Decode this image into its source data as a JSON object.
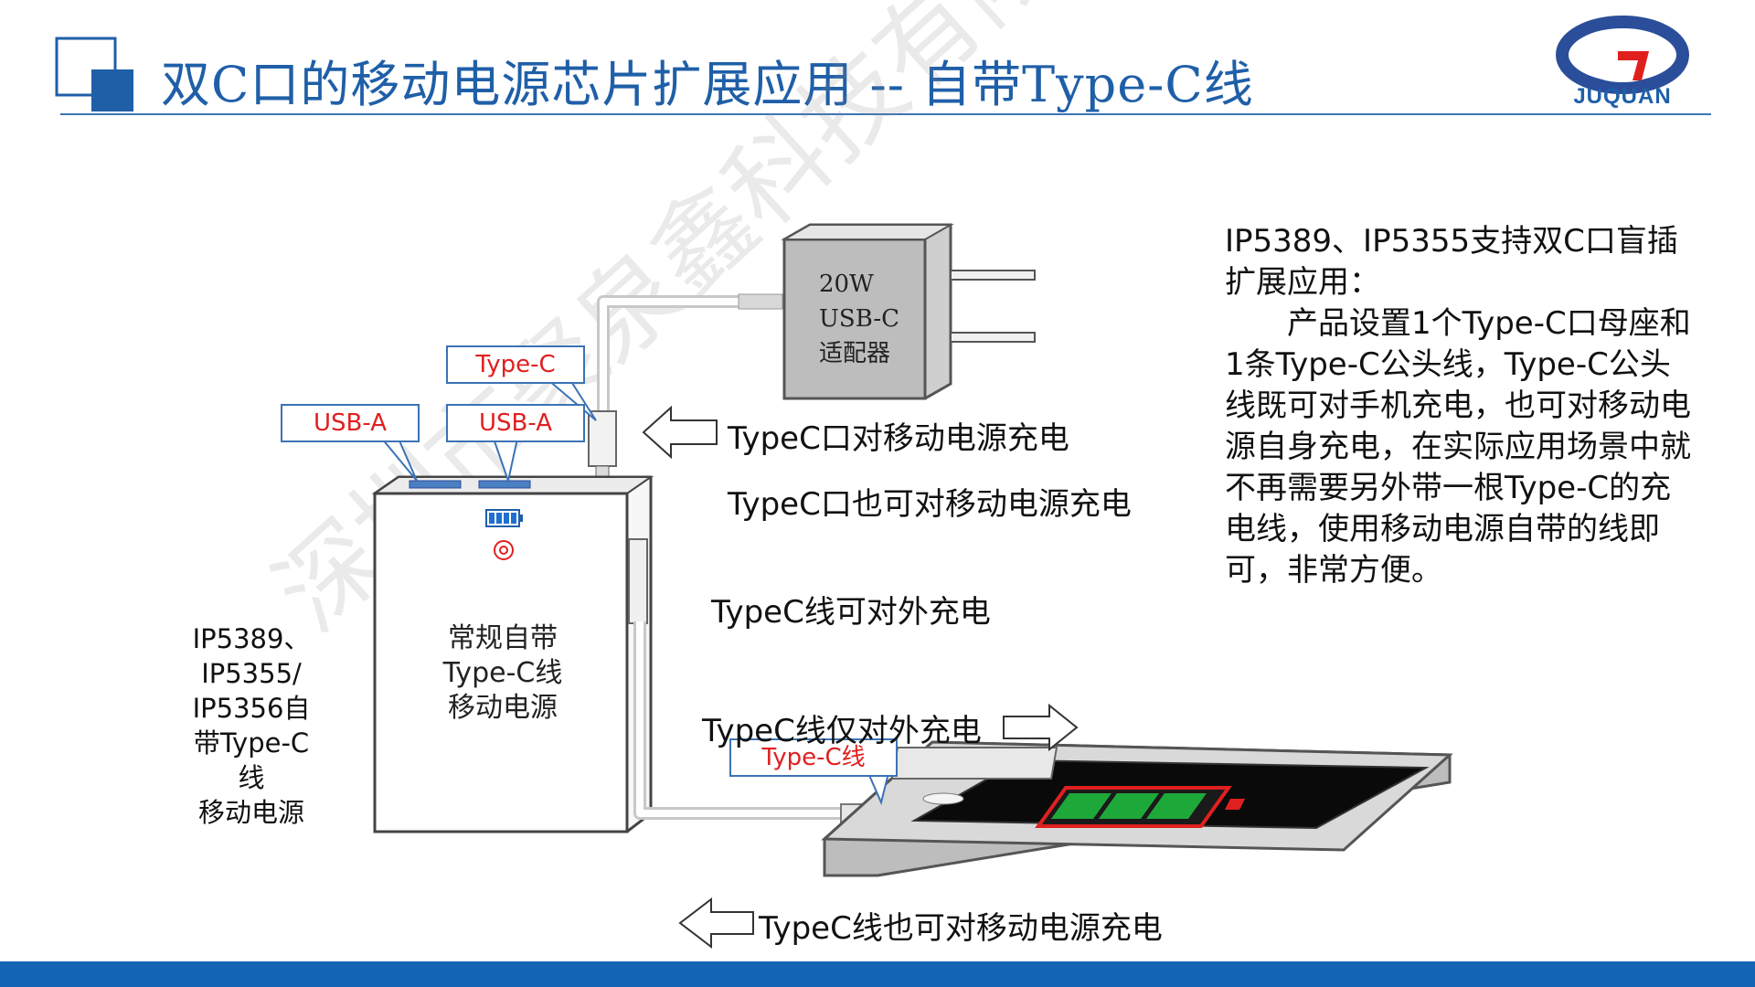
{
  "header": {
    "title": "双C口的移动电源芯片扩展应用 -- 自带Type-C线",
    "logo_text": "JUQUAN"
  },
  "watermark": "深圳市聚泉鑫科技有限公司",
  "callouts": {
    "usb_a_1": "USB-A",
    "usb_a_2": "USB-A",
    "type_c": "Type-C",
    "type_c_cable": "Type-C线"
  },
  "adapter": {
    "line1": "20W",
    "line2": "USB-C",
    "line3": "适配器"
  },
  "power_bank": {
    "line1": "常规自带",
    "line2": "Type-C线",
    "line3": "移动电源"
  },
  "left_label": {
    "line1": "IP5389、",
    "line2": "IP5355/",
    "line3": "IP5356自",
    "line4": "带Type-C",
    "line5": "线",
    "line6": "移动电源"
  },
  "flow_labels": {
    "port_in": "TypeC口对移动电源充电",
    "port_also": "TypeC口也可对移动电源充电",
    "cable_out": "TypeC线可对外充电",
    "cable_only_out": "TypeC线仅对外充电",
    "cable_in": "TypeC线也可对移动电源充电"
  },
  "description": {
    "p1": "IP5389、IP5355支持双C口盲插扩展应用：",
    "p2": "产品设置1个Type-C口母座和1条Type-C公头线，Type-C公头线既可对手机充电，也可对移动电源自身充电，在实际应用场景中就不再需要另外带一根Type-C的充电线，使用移动电源自带的线即可，非常方便。"
  },
  "colors": {
    "title_blue": "#1f5fa8",
    "footer_blue": "#1565b5",
    "callout_red": "#e02020",
    "battery_green": "#1fa83a"
  }
}
